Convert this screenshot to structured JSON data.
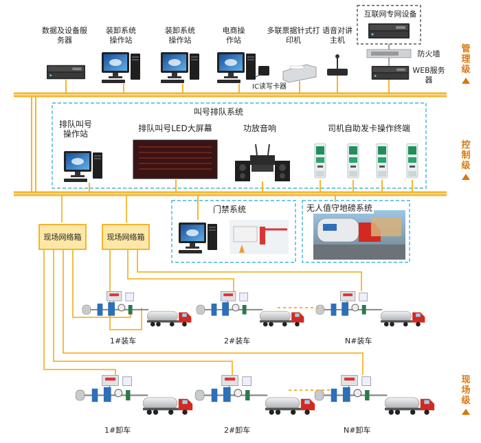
{
  "mgmt": {
    "data_server": "数据及设备服务器",
    "load_ws": "装卸系统操作站",
    "load_ws2": "装卸系统操作站",
    "ecommerce_ws": "电商操作站",
    "printer": "多联票据针式打印机",
    "intercom": "语音对讲主机",
    "internet_device": "互联网专网设备",
    "firewall": "防火墙",
    "web_server": "WEB服务器",
    "ic_reader": "IC读写卡器"
  },
  "ctrl": {
    "queue_system": "叫号排队系统",
    "queue_ws": "排队叫号操作站",
    "led_screen": "排队叫号LED大屏幕",
    "amplifier": "功放音响",
    "terminals": "司机自助发卡操作终端",
    "gate_system": "门禁系统",
    "weighbridge": "无人值守地磅系统"
  },
  "field": {
    "netbox1": "现场网络箱",
    "netbox2": "现场网络箱",
    "load1": "1#装车",
    "load2": "2#装车",
    "loadN": "N#装车",
    "unload1": "1#卸车",
    "unload2": "2#卸车",
    "unloadN": "N#卸车"
  },
  "layers": {
    "management": "管理级",
    "control": "控制级",
    "field": "现场级"
  },
  "colors": {
    "bus": "#f5b52e",
    "dashed_box": "#41b6d6",
    "layer_text": "#d9770e",
    "netbox_fill": "#ffe8a6",
    "truck_red": "#d22a20"
  }
}
